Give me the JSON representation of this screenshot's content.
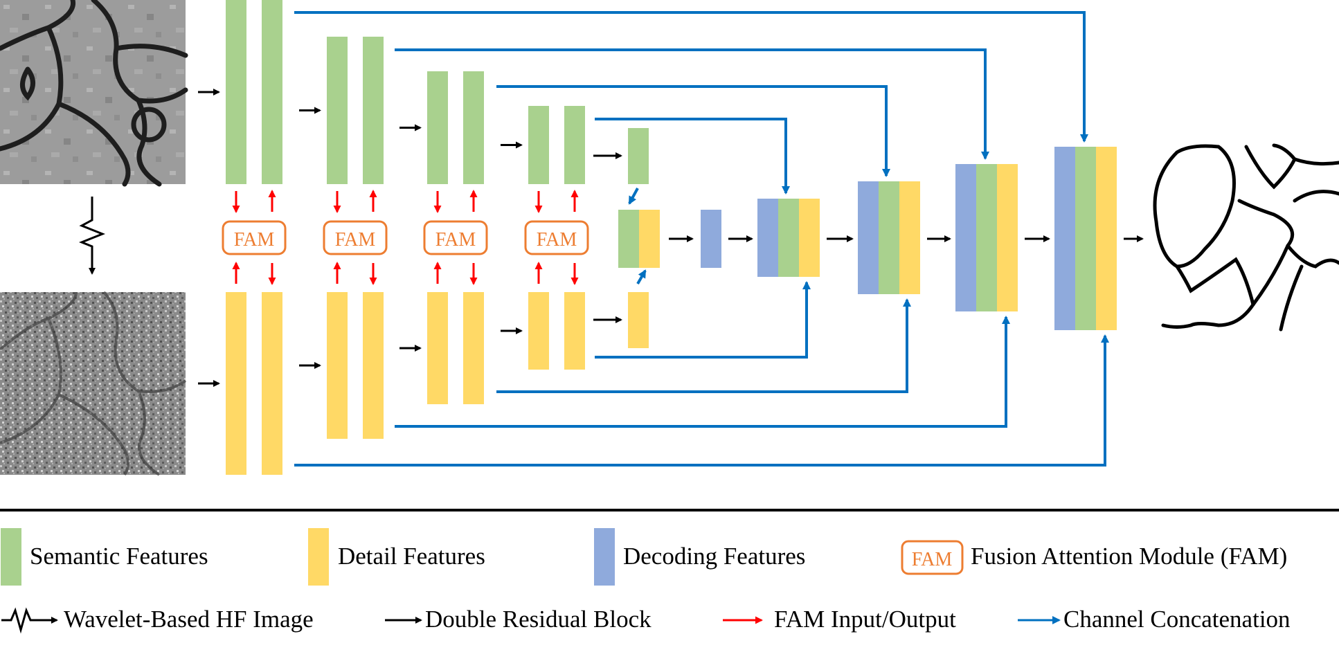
{
  "colors": {
    "semantic": "#a9d18e",
    "detail": "#ffd966",
    "decoding": "#8faadc",
    "fam": "#ed7d31",
    "red_arrow": "#ff0000",
    "blue_arrow": "#0070c0",
    "black": "#000000"
  },
  "icons": {
    "wavelet": "zigzag-arrow-icon",
    "black_arrow": "arrow-right-icon",
    "red_arrow": "arrow-right-icon",
    "blue_arrow": "arrow-right-icon"
  },
  "diagram": {
    "fam_label": "FAM"
  },
  "legend": {
    "semantic": "Semantic Features",
    "detail": "Detail Features",
    "decoding": "Decoding Features",
    "fam_box": "FAM",
    "fam": "Fusion Attention Module (FAM)",
    "wavelet": "Wavelet-Based HF Image",
    "drb": "Double Residual Block",
    "fam_io": "FAM Input/Output",
    "concat": "Channel Concatenation"
  }
}
